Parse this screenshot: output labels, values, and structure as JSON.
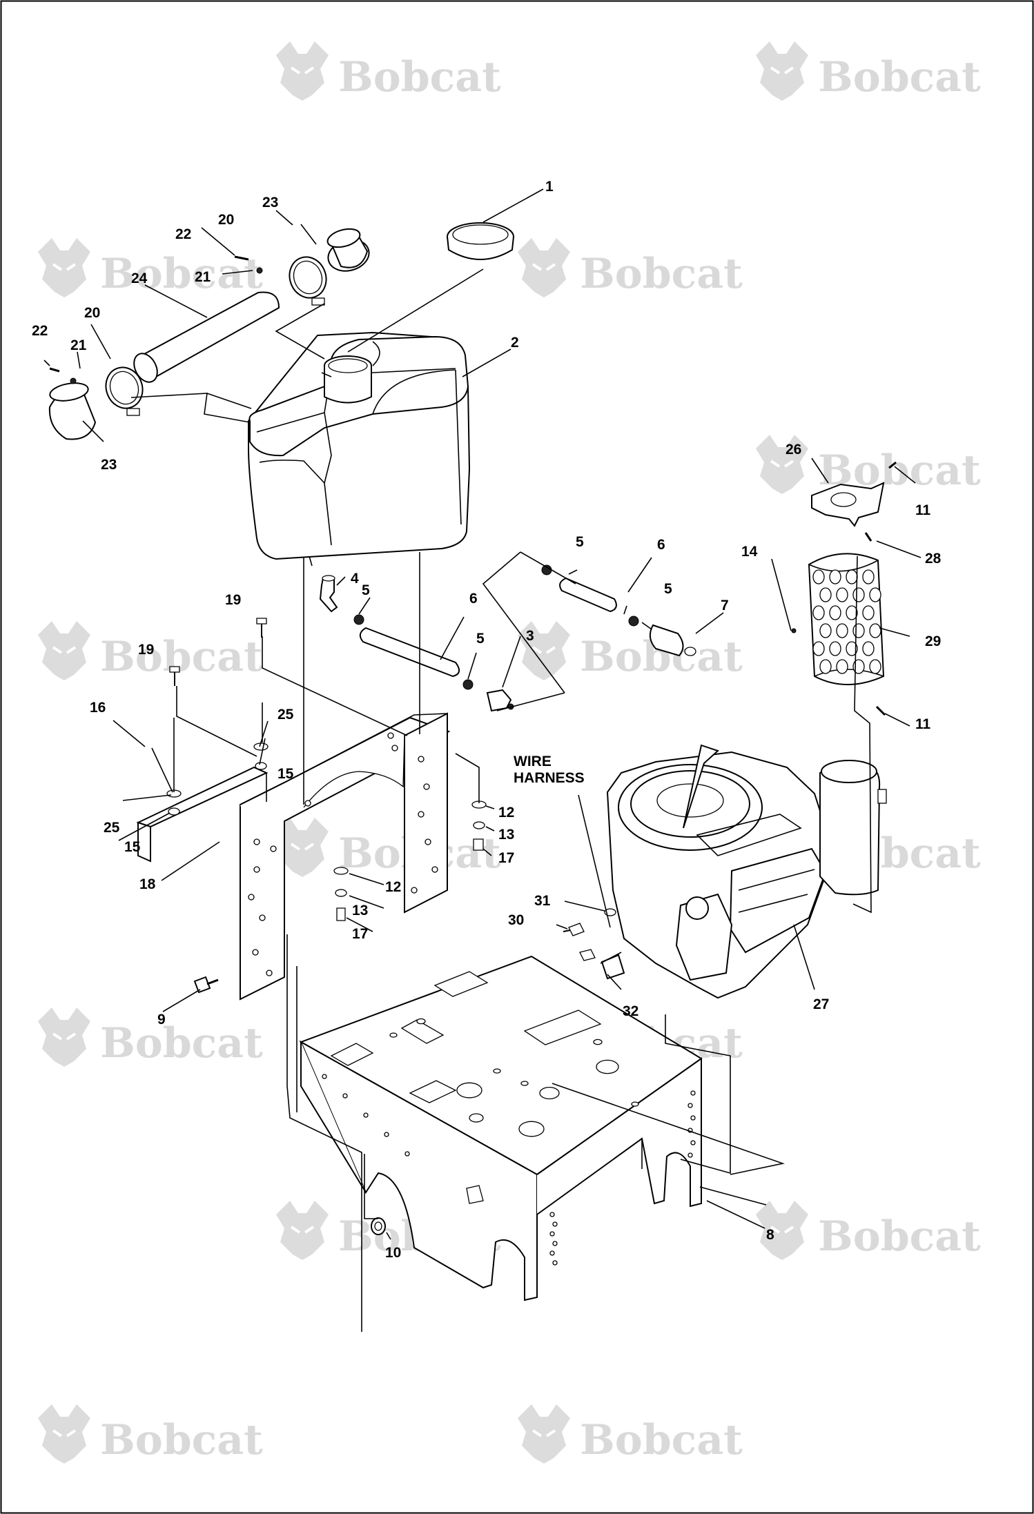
{
  "watermark": {
    "brand_text": "Bobcat",
    "logo_icon": "bobcat-head-logo-icon",
    "color": "#d9d9d9"
  },
  "callouts": [
    {
      "id": "c1",
      "label": "1"
    },
    {
      "id": "c2",
      "label": "2"
    },
    {
      "id": "c3",
      "label": "3"
    },
    {
      "id": "c4",
      "label": "4"
    },
    {
      "id": "c5a",
      "label": "5"
    },
    {
      "id": "c5b",
      "label": "5"
    },
    {
      "id": "c5c",
      "label": "5"
    },
    {
      "id": "c5d",
      "label": "5"
    },
    {
      "id": "c6a",
      "label": "6"
    },
    {
      "id": "c6b",
      "label": "6"
    },
    {
      "id": "c7",
      "label": "7"
    },
    {
      "id": "c8",
      "label": "8"
    },
    {
      "id": "c9",
      "label": "9"
    },
    {
      "id": "c10",
      "label": "10"
    },
    {
      "id": "c11a",
      "label": "11"
    },
    {
      "id": "c11b",
      "label": "11"
    },
    {
      "id": "c12a",
      "label": "12"
    },
    {
      "id": "c12b",
      "label": "12"
    },
    {
      "id": "c13a",
      "label": "13"
    },
    {
      "id": "c13b",
      "label": "13"
    },
    {
      "id": "c14",
      "label": "14"
    },
    {
      "id": "c15a",
      "label": "15"
    },
    {
      "id": "c15b",
      "label": "15"
    },
    {
      "id": "c16",
      "label": "16"
    },
    {
      "id": "c17a",
      "label": "17"
    },
    {
      "id": "c17b",
      "label": "17"
    },
    {
      "id": "c18",
      "label": "18"
    },
    {
      "id": "c19a",
      "label": "19"
    },
    {
      "id": "c19b",
      "label": "19"
    },
    {
      "id": "c20a",
      "label": "20"
    },
    {
      "id": "c20b",
      "label": "20"
    },
    {
      "id": "c21a",
      "label": "21"
    },
    {
      "id": "c21b",
      "label": "21"
    },
    {
      "id": "c22a",
      "label": "22"
    },
    {
      "id": "c22b",
      "label": "22"
    },
    {
      "id": "c23a",
      "label": "23"
    },
    {
      "id": "c23b",
      "label": "23"
    },
    {
      "id": "c24",
      "label": "24"
    },
    {
      "id": "c25a",
      "label": "25"
    },
    {
      "id": "c25b",
      "label": "25"
    },
    {
      "id": "c26",
      "label": "26"
    },
    {
      "id": "c27",
      "label": "27"
    },
    {
      "id": "c28",
      "label": "28"
    },
    {
      "id": "c29",
      "label": "29"
    },
    {
      "id": "c30",
      "label": "30"
    },
    {
      "id": "c31",
      "label": "31"
    },
    {
      "id": "c32",
      "label": "32"
    }
  ],
  "wire_harness": {
    "line1": "WIRE",
    "line2": "HARNESS"
  }
}
